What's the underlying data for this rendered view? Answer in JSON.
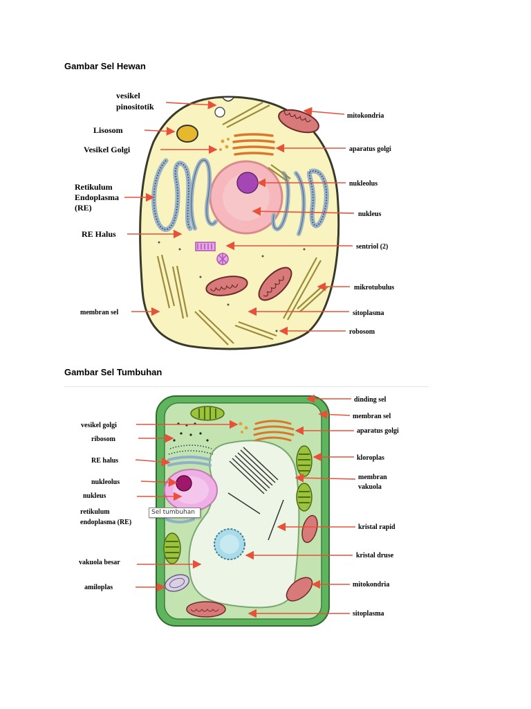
{
  "animal": {
    "heading": "Gambar Sel Hewan",
    "labels": {
      "vesikel_pinositotik_1": "vesikel",
      "vesikel_pinositotik_2": "pinositotik",
      "lisosom": "Lisosom",
      "vesikel_golgi": "Vesikel Golgi",
      "re_1": "Retikulum",
      "re_2": "Endoplasma",
      "re_3": "(RE)",
      "re_halus": "RE Halus",
      "membran_sel": "membran sel",
      "mitokondria": "mitokondria",
      "aparatus_golgi": "aparatus golgi",
      "nukleolus": "nukleolus",
      "nukleus": "nukleus",
      "sentriol": "sentriol (2)",
      "mikrotubulus": "mikrotubulus",
      "sitoplasma": "sitoplasma",
      "robosom": "robosom"
    }
  },
  "plant": {
    "heading": "Gambar Sel Tumbuhan",
    "tooltip": "Sel tumbuhan",
    "labels": {
      "vesikel_golgi": "vesikel golgi",
      "ribosom": "ribosom",
      "re_halus": "RE halus",
      "nukleolus": "nukleolus",
      "nukleus": "nukleus",
      "re_1": "retikulum",
      "re_2": "endoplasma (RE)",
      "vakuola_besar": "vakuola besar",
      "amiloplas": "amiloplas",
      "dinding_sel": "dinding sel",
      "membran_sel": "membran sel",
      "aparatus_golgi": "aparatus golgi",
      "kloroplas": "kloroplas",
      "membran_vakuola_1": "membran",
      "membran_vakuola_2": "vakuola",
      "kristal_rapid": "kristal rapid",
      "kristal_druse": "kristal druse",
      "mitokondria": "mitokondria",
      "sitoplasma": "sitoplasma"
    }
  },
  "colors": {
    "arrow": "#e8503a",
    "animal_cytoplasm": "#f9f3bf",
    "animal_nucleus": "#f6b8bd",
    "plant_wall": "#5fb55d",
    "plant_cytoplasm": "#c3e3b0",
    "plant_vacuole": "#ecf5e6"
  }
}
